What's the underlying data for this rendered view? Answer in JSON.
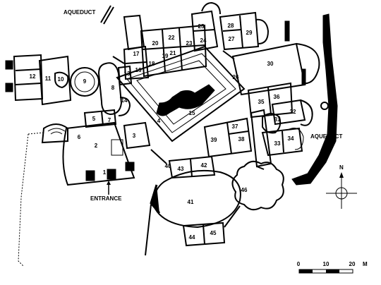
{
  "labels": {
    "aqueduct_north": "AQUEDUCT",
    "aqueduct_east": "AQUEDUCT",
    "entrance": "ENTRANCE",
    "north": "N"
  },
  "scale": {
    "ticks": [
      "0",
      "10",
      "20"
    ],
    "unit": "M"
  },
  "rooms": [
    "1",
    "2",
    "3",
    "4",
    "5",
    "6",
    "7",
    "8",
    "9",
    "10",
    "11",
    "12",
    "13",
    "14",
    "15",
    "16",
    "17",
    "18",
    "19",
    "20",
    "21",
    "22",
    "23",
    "24",
    "25",
    "26",
    "27",
    "28",
    "29",
    "30",
    "31",
    "32",
    "33",
    "34",
    "35",
    "36",
    "37",
    "38",
    "39",
    "40",
    "41",
    "42",
    "43",
    "44",
    "45",
    "46"
  ]
}
